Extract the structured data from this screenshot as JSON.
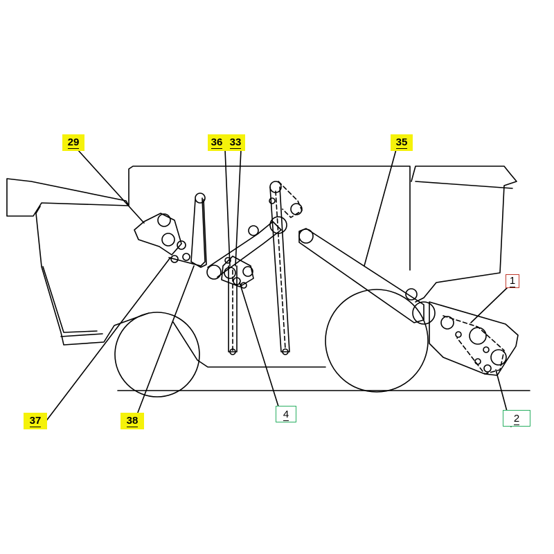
{
  "labels": {
    "l29": "29",
    "l36": "36",
    "l33": "33",
    "l35": "35",
    "l1": "1",
    "l37": "37",
    "l38": "38",
    "l4": "4",
    "l2": "2"
  },
  "colors": {
    "highlight": "#f5f20a",
    "red_frame": "#c0392b",
    "green_frame": "#27ae60",
    "line": "#000000"
  }
}
